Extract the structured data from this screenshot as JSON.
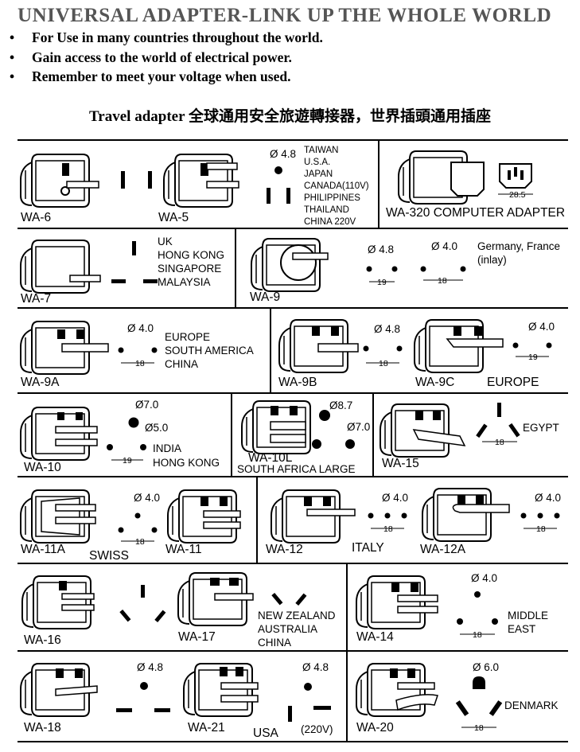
{
  "title": "UNIVERSAL ADAPTER-LINK UP THE WHOLE WORLD",
  "bullets": [
    "For Use in many countries throughout the world.",
    "Gain access to the world of electrical power.",
    "Remember to meet your voltage when used."
  ],
  "bullet_glyph": "•",
  "subtitle": "Travel adapter 全球通用安全旅遊轉接器，世界插頭通用插座",
  "adapters": {
    "wa6": {
      "code": "WA-6"
    },
    "wa5": {
      "code": "WA-5",
      "dia": "Ø 4.8",
      "countries": [
        "TAIWAN",
        "U.S.A.",
        "JAPAN",
        "CANADA(110V)",
        "PHILIPPINES",
        "THAILAND",
        "CHINA 220V"
      ]
    },
    "wa320": {
      "code": "WA-320 COMPUTER ADAPTER",
      "dim": "28.5"
    },
    "wa7": {
      "code": "WA-7",
      "countries": [
        "UK",
        "HONG KONG",
        "SINGAPORE",
        "MALAYSIA"
      ]
    },
    "wa9": {
      "code": "WA-9",
      "dia1": "Ø 4.8",
      "dim1": "19",
      "dia2": "Ø 4.0",
      "dim2": "18",
      "countries": [
        "Germany, France",
        "(inlay)"
      ]
    },
    "wa9a": {
      "code": "WA-9A",
      "dia": "Ø 4.0",
      "dim": "18",
      "countries": [
        "EUROPE",
        "SOUTH AMERICA",
        "CHINA"
      ]
    },
    "wa9b": {
      "code": "WA-9B",
      "dia": "Ø 4.8",
      "dim": "18"
    },
    "wa9c": {
      "code": "WA-9C",
      "dia": "Ø 4.0",
      "dim": "19",
      "region": "EUROPE"
    },
    "wa10": {
      "code": "WA-10",
      "dia1": "Ø7.0",
      "dia2": "Ø5.0",
      "dim": "19",
      "countries": [
        "INDIA",
        "HONG KONG"
      ]
    },
    "wa10l": {
      "code": "WA-10L",
      "dia1": "Ø8.7",
      "dia2": "Ø7.0",
      "country": "SOUTH AFRICA LARGE"
    },
    "wa15": {
      "code": "WA-15",
      "dim": "18",
      "country": "EGYPT"
    },
    "wa11a": {
      "code": "WA-11A",
      "dia": "Ø 4.0",
      "dim": "18",
      "country": "SWISS"
    },
    "wa11": {
      "code": "WA-11"
    },
    "wa12": {
      "code": "WA-12",
      "dia": "Ø 4.0",
      "dim": "18",
      "country": "ITALY"
    },
    "wa12a": {
      "code": "WA-12A",
      "dia": "Ø 4.0",
      "dim": "18"
    },
    "wa16": {
      "code": "WA-16"
    },
    "wa17": {
      "code": "WA-17",
      "countries": [
        "NEW ZEALAND",
        "AUSTRALIA",
        "CHINA"
      ]
    },
    "wa14": {
      "code": "WA-14",
      "dia": "Ø 4.0",
      "dim": "18",
      "countries": [
        "MIDDLE",
        "EAST"
      ]
    },
    "wa18": {
      "code": "WA-18",
      "dia": "Ø 4.8"
    },
    "wa21": {
      "code": "WA-21",
      "dia": "Ø 4.8",
      "country": "USA",
      "voltage": "(220V)"
    },
    "wa20": {
      "code": "WA-20",
      "dia": "Ø 6.0",
      "dim": "18",
      "country": "DENMARK"
    }
  }
}
